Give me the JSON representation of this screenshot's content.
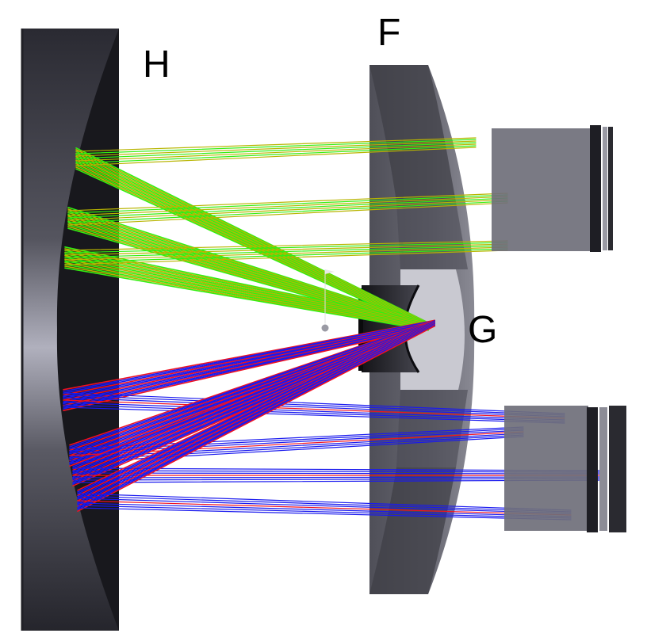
{
  "labels": {
    "h": "H",
    "f": "F",
    "g": "G"
  },
  "colors": {
    "background": "#ffffff",
    "mirror_dark": "#1c1c22",
    "mirror_mid": "#5a5a66",
    "mirror_light": "#a9a9b6",
    "lens_body": "#5b5b63",
    "lens_light": "#8e8e98",
    "secondary_light": "#c9c9d1",
    "detector_box": "#6e6e78",
    "detector_plate": "#202026",
    "ray_green": "#33ee11",
    "ray_yellow": "#b8b400",
    "ray_red": "#ee1122",
    "ray_blue": "#1a1aee"
  }
}
